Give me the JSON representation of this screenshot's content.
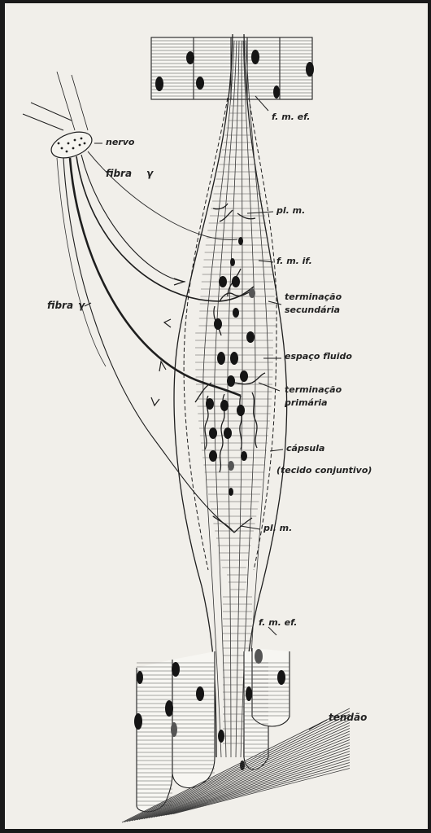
{
  "labels": {
    "nervo": "nervo",
    "fibra_gamma_top": "fibra",
    "gamma_top": "γ",
    "fibra_gamma_left": "fibra",
    "gamma_left": "γ",
    "fm_ef_top": "f. m. ef.",
    "pl_m_top": "pl. m.",
    "fm_if": "f. m. if.",
    "terminacao_secundaria_1": "terminação",
    "terminacao_secundaria_2": "secundária",
    "espaco_fluido": "espaço fluido",
    "terminacao_primaria_1": "terminação",
    "terminacao_primaria_2": "primária",
    "capsula_1": "cápsula",
    "capsula_2": "(tecido conjuntivo)",
    "pl_m_bottom": "pl. m.",
    "fm_ef_bottom": "f. m. ef.",
    "tendao": "tendão"
  },
  "colors": {
    "paper": "#f1efea",
    "ink": "#1e1e1e",
    "nucleus": "#151515",
    "nucleus_grey": "#555555",
    "tendon": "#3a3a3a"
  }
}
